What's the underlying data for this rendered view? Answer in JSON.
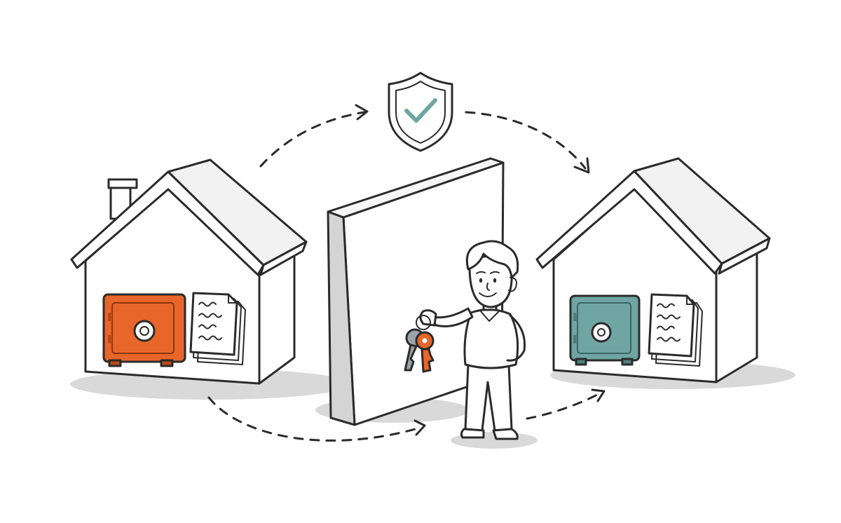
{
  "colors": {
    "background": "#ffffff",
    "ink": "#2b2b2b",
    "shadow": "#d9d9d9",
    "wall_side": "#d4d4d4",
    "roof_shade": "#eeeeee",
    "source_safe": "#e8662a",
    "source_safe_dark": "#b84a17",
    "target_safe": "#6fa5a3",
    "target_safe_dark": "#4d7f7d",
    "shield": "#6fa5a3",
    "key_orange": "#e8662a",
    "key_grey": "#9aa3a8",
    "paper": "#ffffff"
  },
  "icons": {
    "shield": "shield-check-icon",
    "source_safe": "safe-icon",
    "target_safe": "safe-icon",
    "documents": "document-stack-icon",
    "keys": "keys-icon"
  },
  "scene": {
    "left_house": "house-with-chimney",
    "right_house": "house",
    "barrier": "wall",
    "person": "person-holding-keys"
  }
}
